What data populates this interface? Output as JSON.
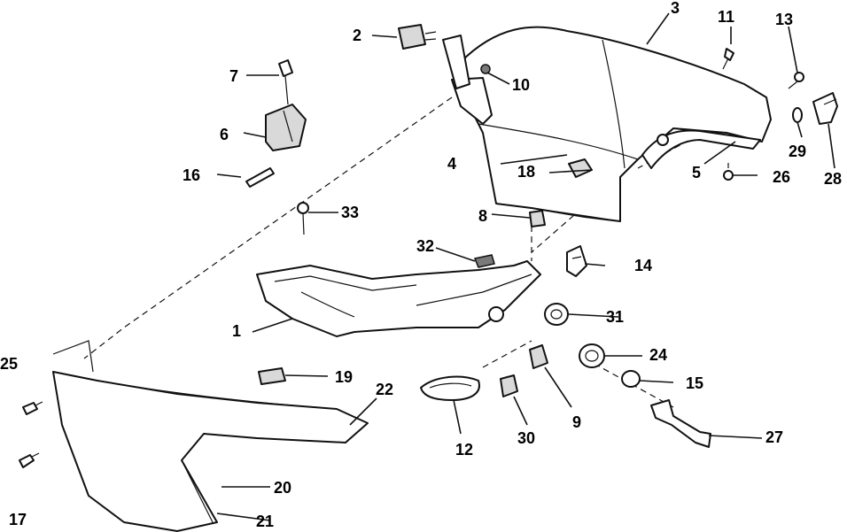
{
  "diagram": {
    "callouts": [
      "1",
      "2",
      "3",
      "4",
      "5",
      "6",
      "7",
      "8",
      "9",
      "10",
      "11",
      "12",
      "13",
      "14",
      "15",
      "16",
      "17",
      "18",
      "19",
      "20",
      "21",
      "22",
      "24",
      "25",
      "26",
      "27",
      "28",
      "29",
      "30",
      "31",
      "32",
      "33"
    ]
  }
}
